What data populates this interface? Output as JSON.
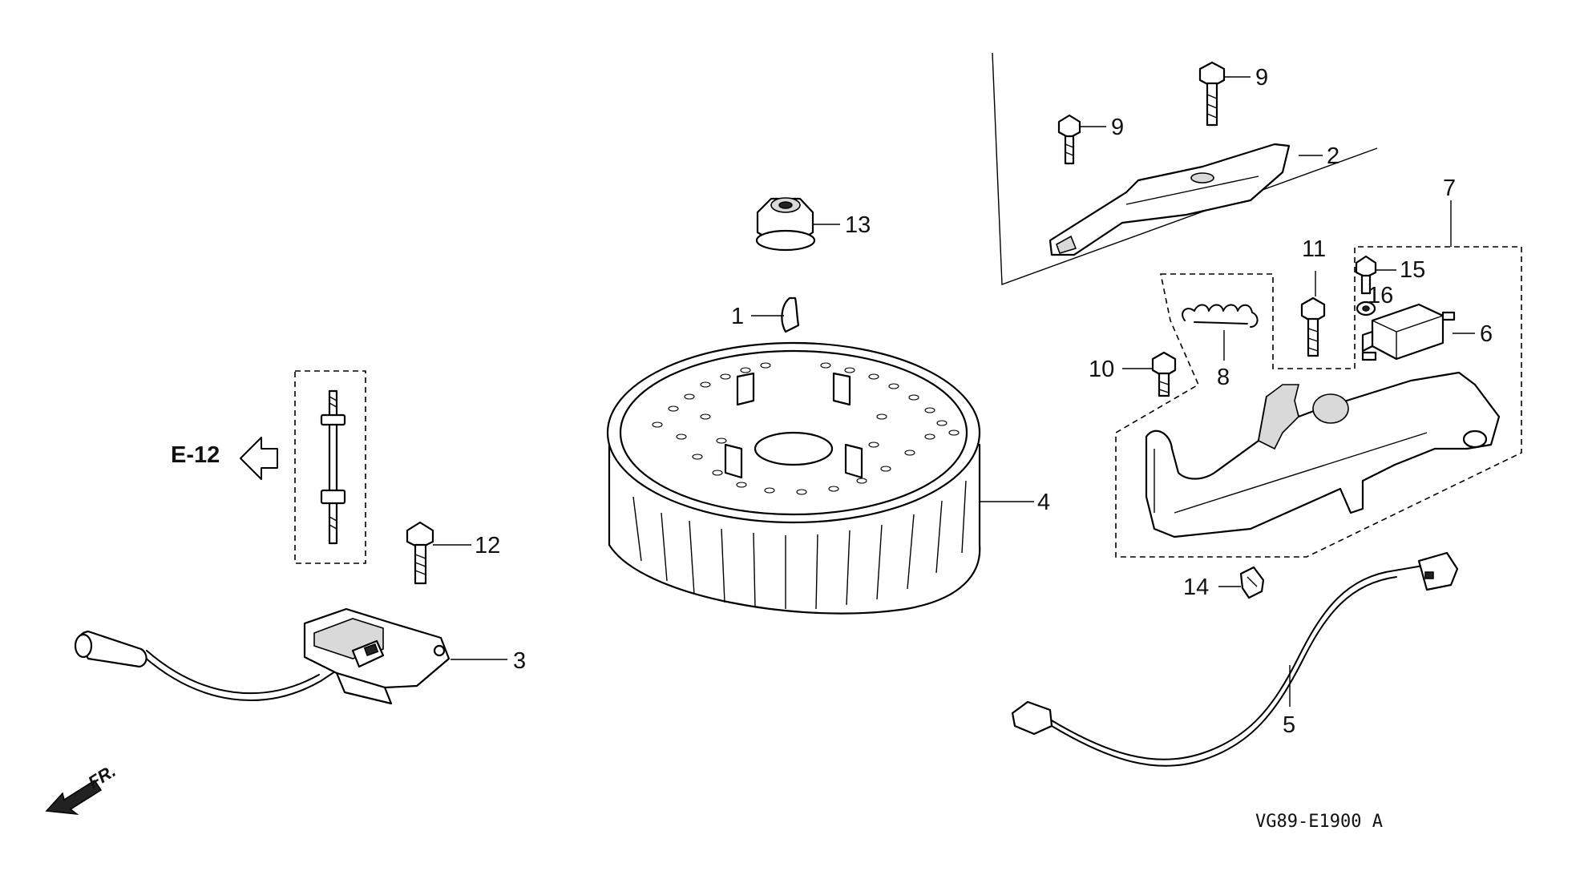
{
  "diagram": {
    "ref_page": "E-12",
    "direction_label": "FR.",
    "diagram_code": "VG89-E1900 A",
    "callouts": [
      "1",
      "2",
      "3",
      "4",
      "5",
      "6",
      "7",
      "8",
      "9",
      "9",
      "10",
      "11",
      "12",
      "13",
      "14",
      "15",
      "16"
    ]
  }
}
